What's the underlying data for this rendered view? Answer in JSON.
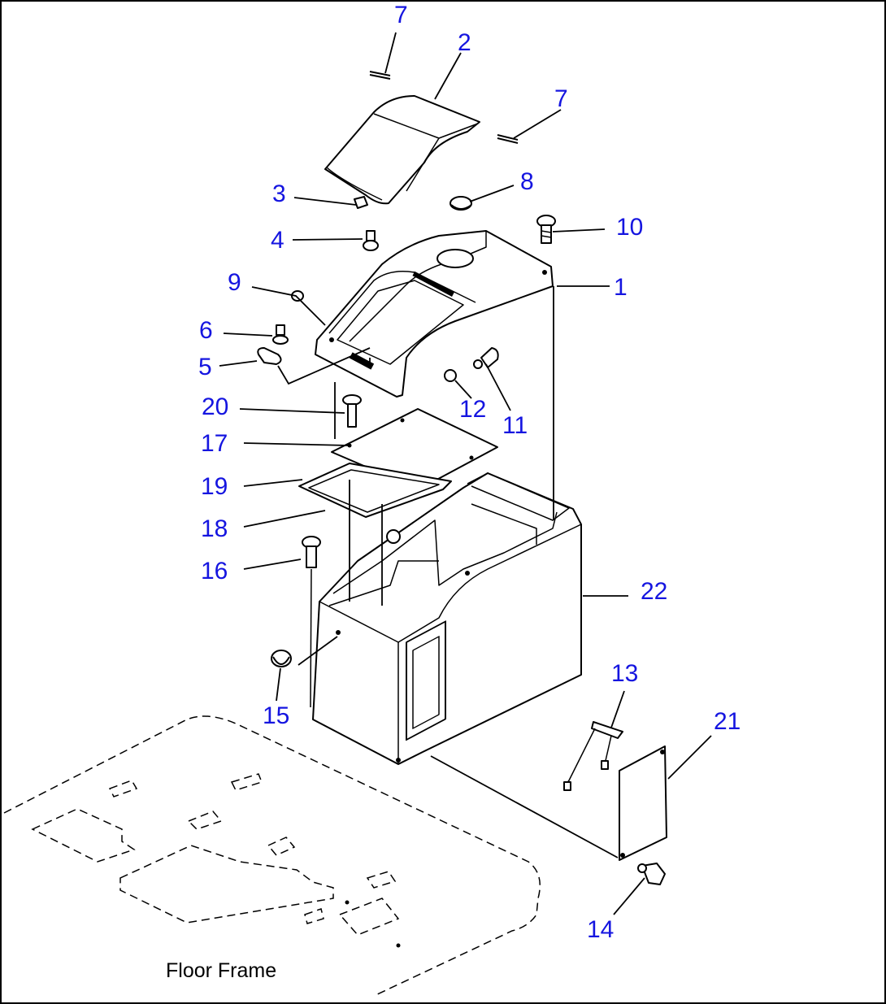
{
  "diagram": {
    "caption": "Floor Frame",
    "callouts": [
      {
        "id": "c7a",
        "label": "7"
      },
      {
        "id": "c2",
        "label": "2"
      },
      {
        "id": "c7b",
        "label": "7"
      },
      {
        "id": "c8",
        "label": "8"
      },
      {
        "id": "c3",
        "label": "3"
      },
      {
        "id": "c10",
        "label": "10"
      },
      {
        "id": "c4",
        "label": "4"
      },
      {
        "id": "c1",
        "label": "1"
      },
      {
        "id": "c9",
        "label": "9"
      },
      {
        "id": "c6",
        "label": "6"
      },
      {
        "id": "c5",
        "label": "5"
      },
      {
        "id": "c12",
        "label": "12"
      },
      {
        "id": "c11",
        "label": "11"
      },
      {
        "id": "c20",
        "label": "20"
      },
      {
        "id": "c17",
        "label": "17"
      },
      {
        "id": "c19",
        "label": "19"
      },
      {
        "id": "c18",
        "label": "18"
      },
      {
        "id": "c16",
        "label": "16"
      },
      {
        "id": "c22",
        "label": "22"
      },
      {
        "id": "c15",
        "label": "15"
      },
      {
        "id": "c13",
        "label": "13"
      },
      {
        "id": "c21",
        "label": "21"
      },
      {
        "id": "c14",
        "label": "14"
      }
    ]
  }
}
